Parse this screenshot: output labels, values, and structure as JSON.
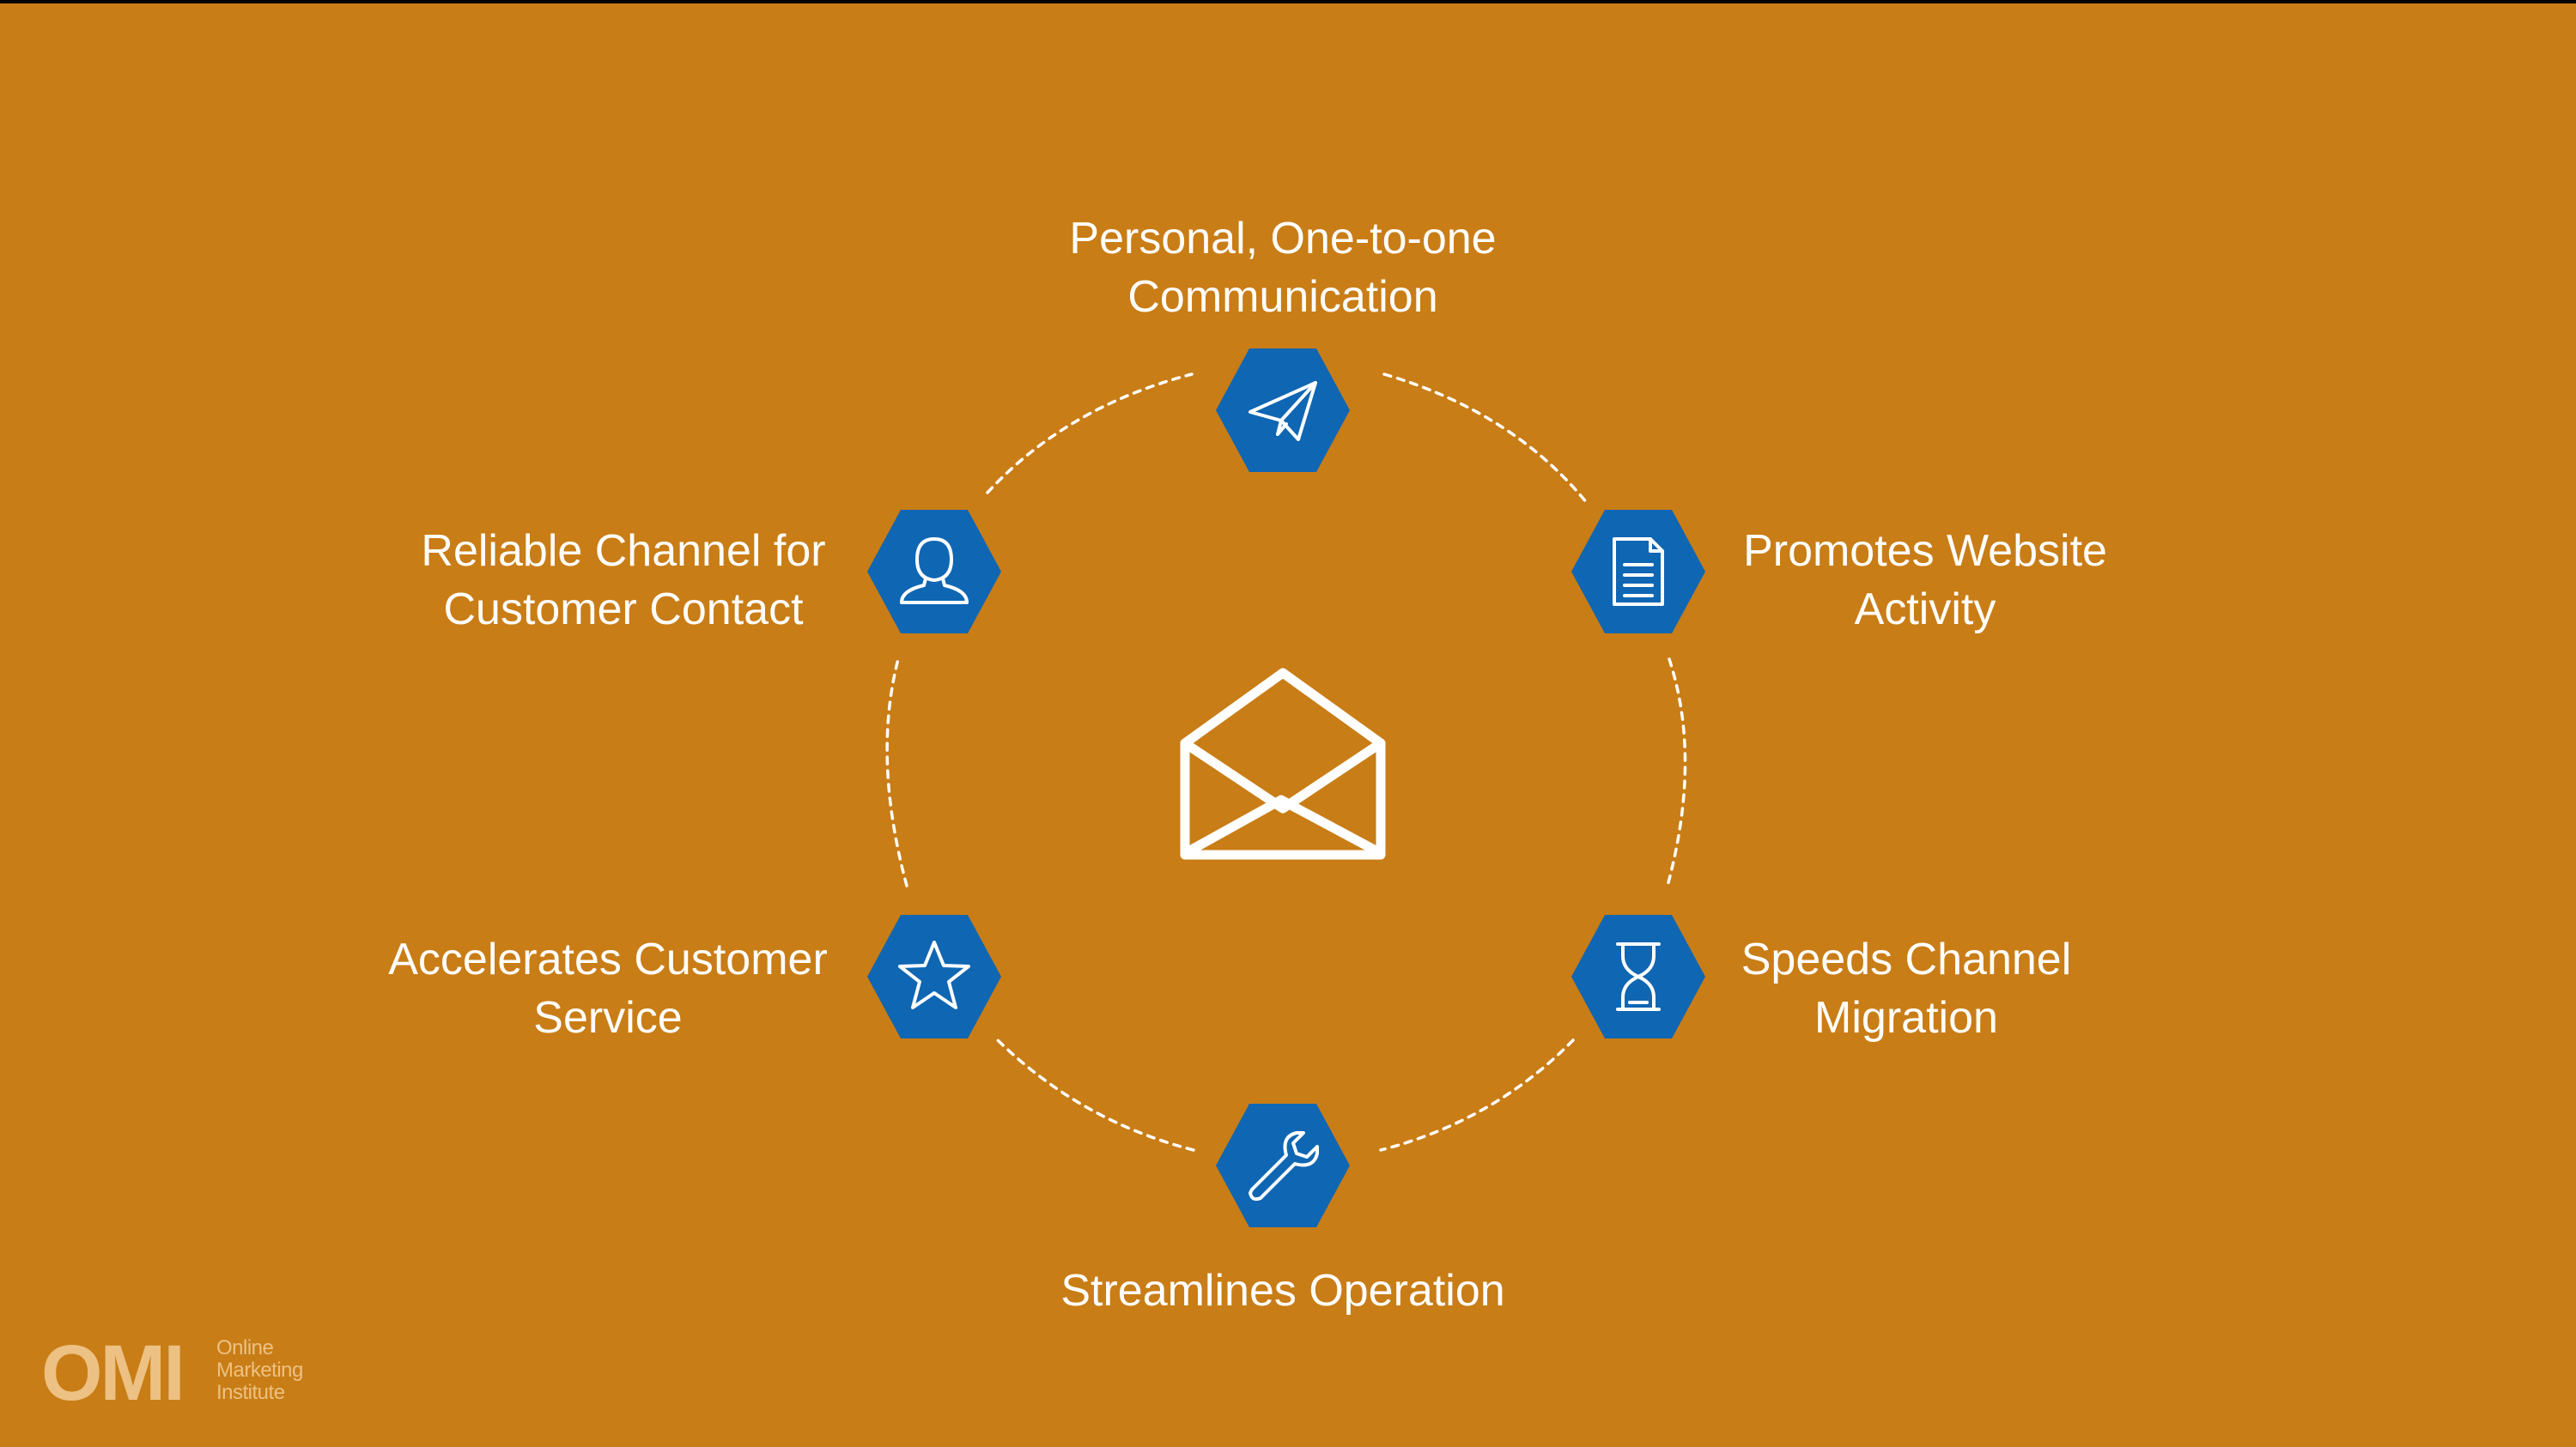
{
  "colors": {
    "background": "#c97d16",
    "node_fill": "#0f66b3",
    "line": "#ffffff",
    "logo": "#ecc183"
  },
  "center": {
    "icon": "open-envelope-icon"
  },
  "nodes": [
    {
      "id": "top",
      "icon": "paper-plane-icon",
      "lines": [
        "Personal, One-to-one",
        "Communication"
      ]
    },
    {
      "id": "upper-right",
      "icon": "document-icon",
      "lines": [
        "Promotes Website",
        "Activity"
      ]
    },
    {
      "id": "lower-right",
      "icon": "hourglass-icon",
      "lines": [
        "Speeds Channel",
        "Migration"
      ]
    },
    {
      "id": "bottom",
      "icon": "wrench-icon",
      "lines": [
        "Streamlines Operation"
      ]
    },
    {
      "id": "lower-left",
      "icon": "star-icon",
      "lines": [
        "Accelerates Customer",
        "Service"
      ]
    },
    {
      "id": "upper-left",
      "icon": "user-icon",
      "lines": [
        "Reliable Channel for",
        "Customer Contact"
      ]
    }
  ],
  "logo": {
    "mark": "OMI",
    "text_lines": [
      "Online",
      "Marketing",
      "Institute"
    ]
  }
}
